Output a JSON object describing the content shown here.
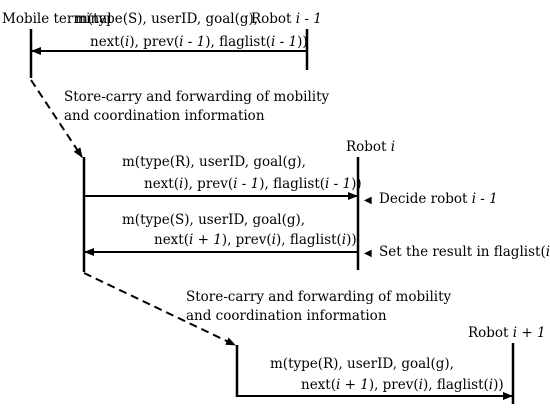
{
  "actors": {
    "mobile": "Mobile terminal",
    "robot_prev": [
      "Robot ",
      "i - 1",
      ""
    ],
    "robot_cur": [
      "Robot ",
      "i",
      ""
    ],
    "robot_next": [
      "Robot ",
      "i + 1",
      ""
    ]
  },
  "messages": {
    "msg1": {
      "line1": [
        [
          "m(type(S), userID, goal(g),",
          false
        ]
      ],
      "line2": [
        [
          "next(",
          false
        ],
        [
          "i",
          true
        ],
        [
          "), prev(",
          false
        ],
        [
          "i - 1",
          true
        ],
        [
          "), flaglist(",
          false
        ],
        [
          "i - 1",
          true
        ],
        [
          "))",
          false
        ]
      ]
    },
    "msg2": {
      "line1": [
        [
          "m(type(R), userID, goal(g),",
          false
        ]
      ],
      "line2": [
        [
          "next(",
          false
        ],
        [
          "i",
          true
        ],
        [
          "), prev(",
          false
        ],
        [
          "i - 1",
          true
        ],
        [
          "), flaglist(",
          false
        ],
        [
          "i - 1",
          true
        ],
        [
          "))",
          false
        ]
      ]
    },
    "msg3": {
      "line1": [
        [
          "m(type(S), userID, goal(g),",
          false
        ]
      ],
      "line2": [
        [
          "next(",
          false
        ],
        [
          "i + 1",
          true
        ],
        [
          "), prev(",
          false
        ],
        [
          "i",
          true
        ],
        [
          "), flaglist(",
          false
        ],
        [
          "i",
          true
        ],
        [
          "))",
          false
        ]
      ]
    },
    "msg4": {
      "line1": [
        [
          "m(type(R), userID, goal(g),",
          false
        ]
      ],
      "line2": [
        [
          "next(",
          false
        ],
        [
          "i + 1",
          true
        ],
        [
          "), prev(",
          false
        ],
        [
          "i",
          true
        ],
        [
          "), flaglist(",
          false
        ],
        [
          "i",
          true
        ],
        [
          "))",
          false
        ]
      ]
    }
  },
  "transfers": {
    "transfer1": {
      "line1": "Store-carry and forwarding of mobility",
      "line2": "and coordination information"
    },
    "transfer2": {
      "line1": "Store-carry and forwarding of mobility",
      "line2": "and coordination information"
    }
  },
  "notes": {
    "decide": [
      [
        "Decide robot ",
        false
      ],
      [
        "i - 1",
        true
      ]
    ],
    "set_result": [
      [
        "Set the result in flaglist(",
        false
      ],
      [
        "i",
        true
      ],
      [
        ")",
        false
      ]
    ]
  },
  "note_marker": "◀"
}
